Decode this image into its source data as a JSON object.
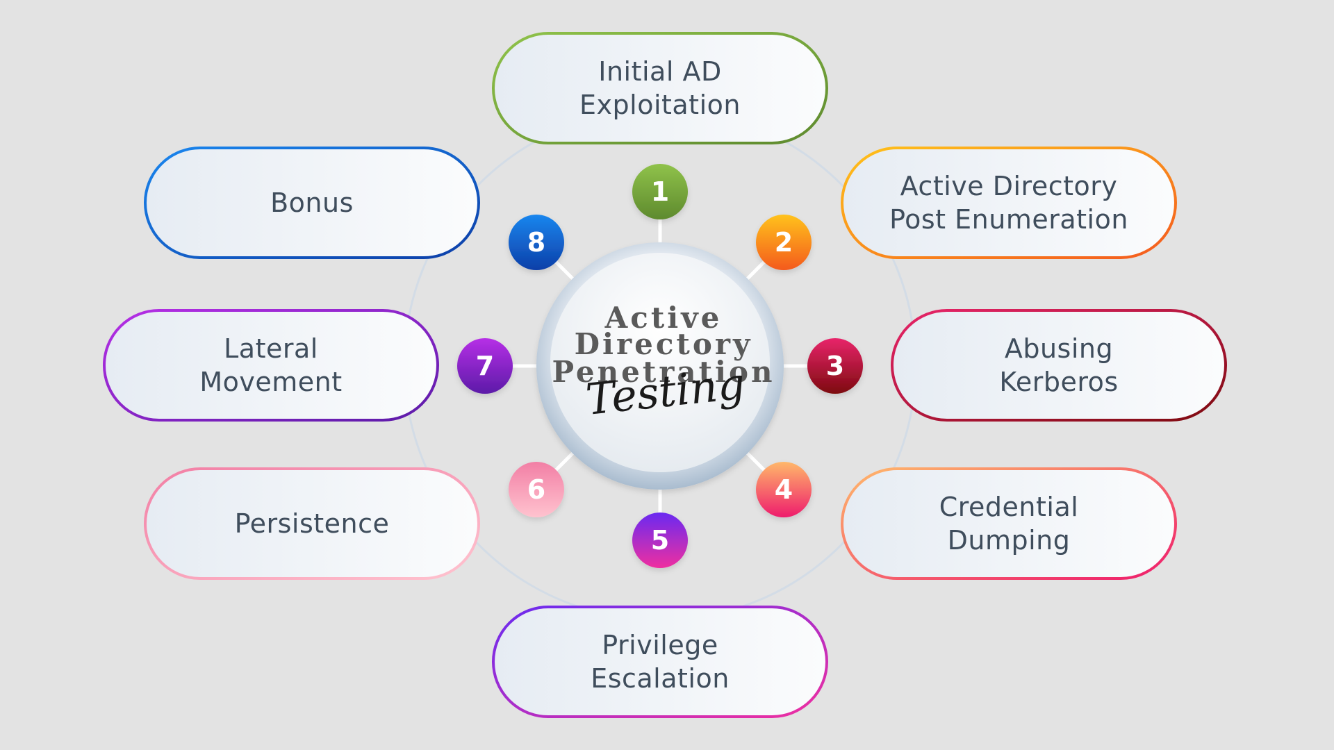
{
  "center": {
    "title_lines": [
      "Active",
      "Directory",
      "Penetration"
    ],
    "script": "Testing"
  },
  "steps": [
    {
      "number": "1",
      "lines": [
        "Initial AD",
        "Exploitation"
      ],
      "color_start": "#8fc24a",
      "color_end": "#5e8a2e"
    },
    {
      "number": "2",
      "lines": [
        "Active Directory",
        "Post Enumeration"
      ],
      "color_start": "#ffc21a",
      "color_end": "#f45a1e"
    },
    {
      "number": "3",
      "lines": [
        "Abusing",
        "Kerberos"
      ],
      "color_start": "#e8256a",
      "color_end": "#7d0a0f"
    },
    {
      "number": "4",
      "lines": [
        "Credential",
        "Dumping"
      ],
      "color_start": "#ffb86b",
      "color_end": "#ee1c6c"
    },
    {
      "number": "5",
      "lines": [
        "Privilege",
        "Escalation"
      ],
      "color_start": "#6a2bf0",
      "color_end": "#ef2fa0"
    },
    {
      "number": "6",
      "lines": [
        "Persistence"
      ],
      "color_start": "#f27fa5",
      "color_end": "#ffc3cf"
    },
    {
      "number": "7",
      "lines": [
        "Lateral",
        "Movement"
      ],
      "color_start": "#b62fe6",
      "color_end": "#5c1ba8"
    },
    {
      "number": "8",
      "lines": [
        "Bonus"
      ],
      "color_start": "#1a86ee",
      "color_end": "#0d3fa8"
    }
  ]
}
